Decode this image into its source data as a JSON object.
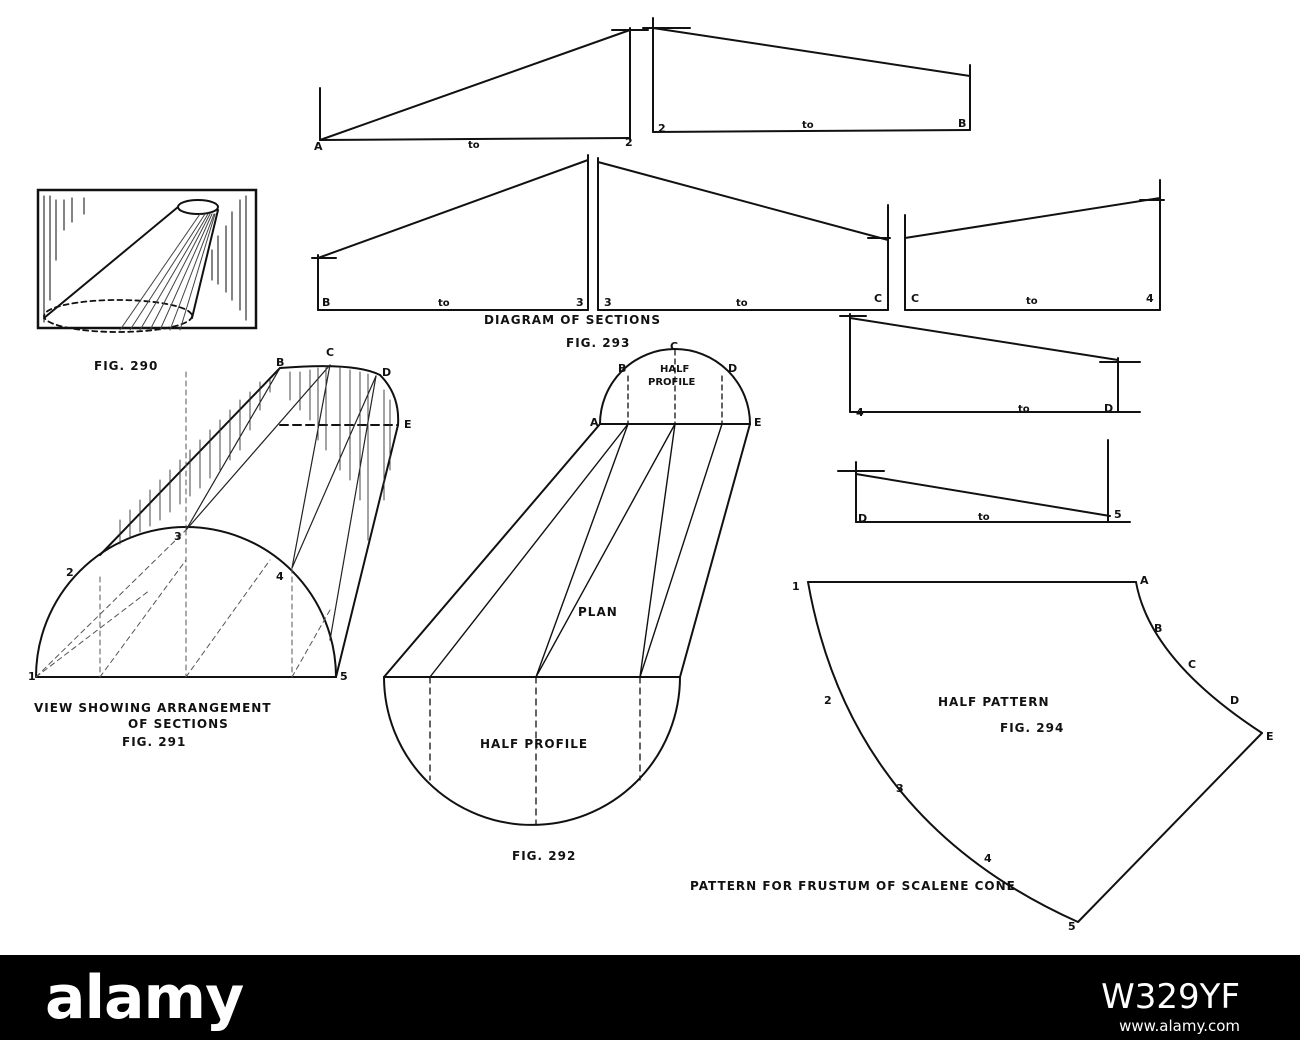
{
  "fig290": {
    "caption": "FIG. 290"
  },
  "fig291": {
    "caption_line1": "VIEW SHOWING ARRANGEMENT",
    "caption_line2": "OF SECTIONS",
    "caption_line3": "FIG. 291",
    "labels": {
      "B": "B",
      "C": "C",
      "D": "D",
      "E": "E",
      "p1": "1",
      "p2": "2",
      "p3": "3",
      "p4": "4",
      "p5": "5"
    }
  },
  "fig292": {
    "caption": "FIG. 292",
    "half_profile_top_1": "HALF",
    "half_profile_top_2": "PROFILE",
    "plan": "PLAN",
    "half_profile_bottom": "HALF PROFILE",
    "labels": {
      "A": "A",
      "B": "B",
      "C": "C",
      "D": "D",
      "E": "E"
    }
  },
  "fig293": {
    "title": "DIAGRAM OF SECTIONS",
    "caption": "FIG. 293",
    "to": "to",
    "sections": [
      {
        "from": "A",
        "to": "2"
      },
      {
        "from": "2",
        "to": "B"
      },
      {
        "from": "B",
        "to": "3"
      },
      {
        "from": "3",
        "to": "C"
      },
      {
        "from": "C",
        "to": "4"
      },
      {
        "from": "4",
        "to": "D"
      },
      {
        "from": "D",
        "to": "5"
      }
    ]
  },
  "fig294": {
    "title_1": "HALF PATTERN",
    "title_2": "FIG. 294",
    "caption": "PATTERN FOR FRUSTUM OF SCALENE CONE",
    "labels": {
      "p1": "1",
      "A": "A",
      "B": "B",
      "C": "C",
      "D": "D",
      "E": "E",
      "p2": "2",
      "p3": "3",
      "p4": "4",
      "p5": "5"
    }
  },
  "watermark": {
    "brand": "alamy",
    "image_id": "W329YF",
    "url": "www.alamy.com"
  }
}
